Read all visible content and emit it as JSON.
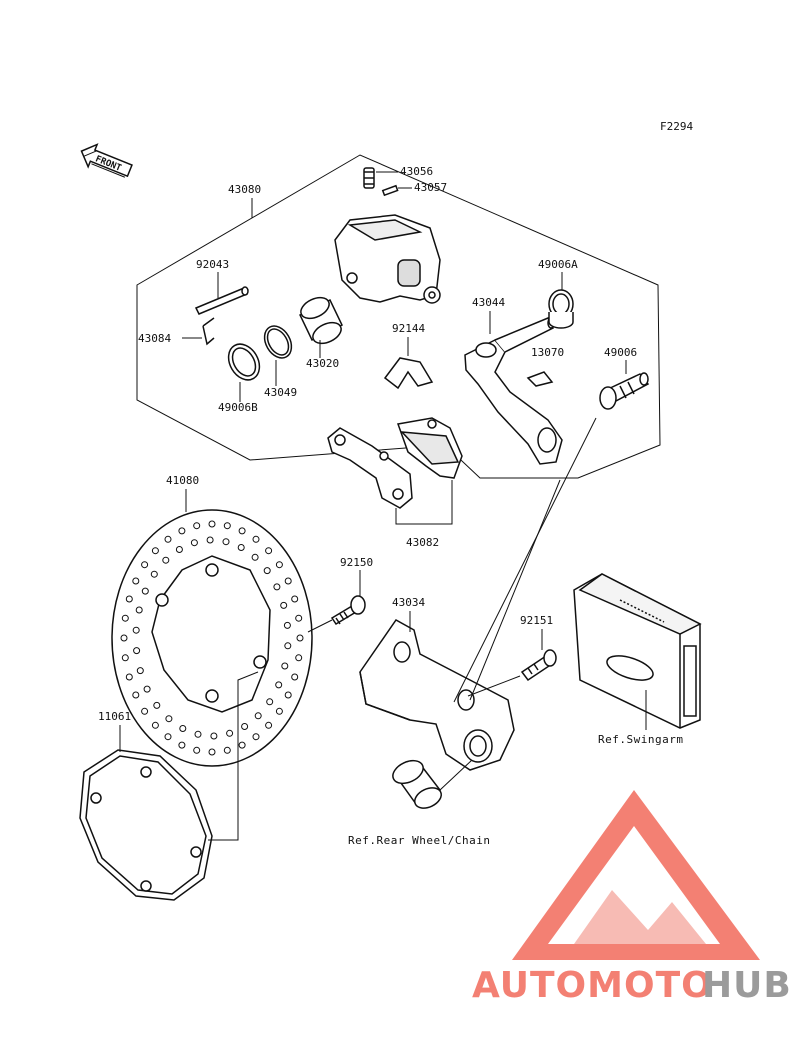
{
  "diagram_code": "F2294",
  "front_label": "FRONT",
  "parts": {
    "p43056": "43056",
    "p43057": "43057",
    "p43080": "43080",
    "p92043": "92043",
    "p49006A": "49006A",
    "p43044": "43044",
    "p43084": "43084",
    "p92144": "92144",
    "p13070": "13070",
    "p43020": "43020",
    "p49006": "49006",
    "p43049": "43049",
    "p49006B": "49006B",
    "p41080": "41080",
    "p43082": "43082",
    "p92150": "92150",
    "p43034": "43034",
    "p92151": "92151",
    "p11061": "11061"
  },
  "refs": {
    "swingarm": "Ref.Swingarm",
    "rear_wheel": "Ref.Rear Wheel/Chain"
  },
  "watermark": {
    "part1": "AUTOMOTO",
    "part2": "HUB",
    "color_primary": "#f26b5b",
    "color_secondary": "#f6a623",
    "color_tertiary": "#8a8a8a"
  }
}
